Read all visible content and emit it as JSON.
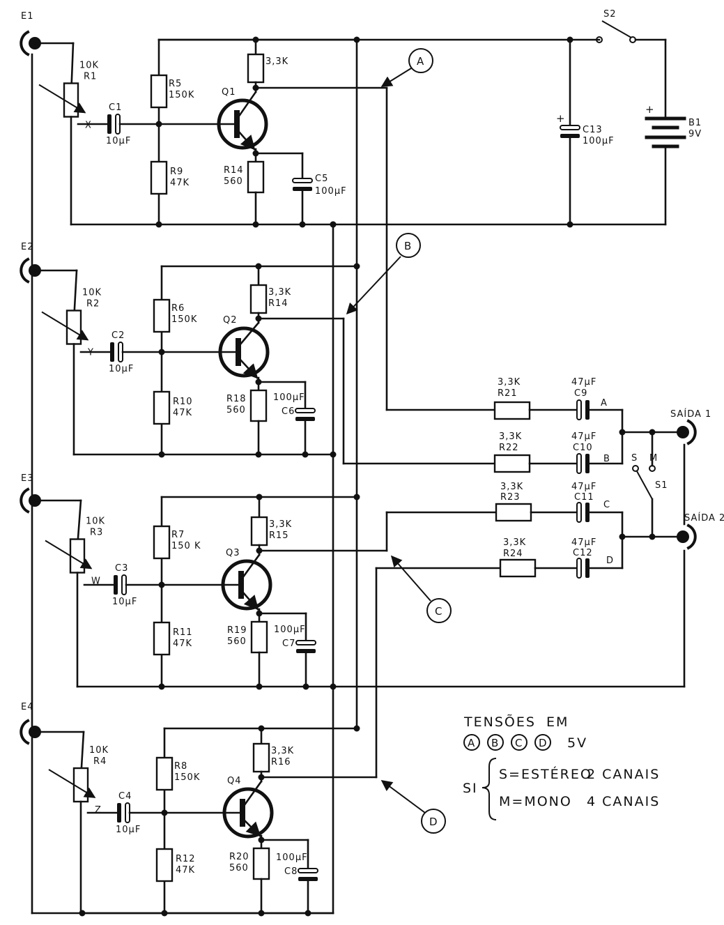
{
  "inputs": [
    "E1",
    "E2",
    "E3",
    "E4"
  ],
  "outputs": [
    "SAÍDA 1",
    "SAÍDA 2"
  ],
  "switch_s2": "S2",
  "battery": {
    "name": "B1",
    "voltage": "9V"
  },
  "c13": {
    "name": "C13",
    "value": "100μF"
  },
  "pots": [
    {
      "value": "10K",
      "name": "R1",
      "wiper": "X"
    },
    {
      "value": "10K",
      "name": "R2",
      "wiper": "Y"
    },
    {
      "value": "10K",
      "name": "R3",
      "wiper": "W"
    },
    {
      "value": "10K",
      "name": "R4",
      "wiper": "Z"
    }
  ],
  "coupling_caps": [
    {
      "name": "C1",
      "value": "10μF"
    },
    {
      "name": "C2",
      "value": "10μF"
    },
    {
      "name": "C3",
      "value": "10μF"
    },
    {
      "name": "C4",
      "value": "10μF"
    }
  ],
  "bias_top": [
    {
      "name": "R5",
      "value": "150K"
    },
    {
      "name": "R6",
      "value": "150K"
    },
    {
      "name": "R7",
      "value": "150 K"
    },
    {
      "name": "R8",
      "value": "150K"
    }
  ],
  "bias_bottom": [
    {
      "name": "R9",
      "value": "47K"
    },
    {
      "name": "R10",
      "value": "47K"
    },
    {
      "name": "R11",
      "value": "47K"
    },
    {
      "name": "R12",
      "value": "47K"
    }
  ],
  "transistors": [
    "Q1",
    "Q2",
    "Q3",
    "Q4"
  ],
  "collector_res": [
    {
      "value": "3,3K",
      "name": ""
    },
    {
      "value": "3,3K",
      "name": "R14"
    },
    {
      "value": "3,3K",
      "name": "R15"
    },
    {
      "value": "3,3K",
      "name": "R16"
    }
  ],
  "emitter_res": [
    {
      "name": "R14",
      "value": "560"
    },
    {
      "name": "R18",
      "value": "560"
    },
    {
      "name": "R19",
      "value": "560"
    },
    {
      "name": "R20",
      "value": "560"
    }
  ],
  "emitter_caps": [
    {
      "name": "C5",
      "value": "100μF"
    },
    {
      "name": "C6",
      "value": "100μF"
    },
    {
      "name": "C7",
      "value": "100μF"
    },
    {
      "name": "C8",
      "value": "100μF"
    }
  ],
  "mix_res": [
    {
      "value": "3,3K",
      "name": "R21"
    },
    {
      "value": "3,3K",
      "name": "R22"
    },
    {
      "value": "3,3K",
      "name": "R23"
    },
    {
      "value": "3,3K",
      "name": "R24"
    }
  ],
  "mix_caps": [
    {
      "value": "47μF",
      "name": "C9",
      "node": "A"
    },
    {
      "value": "47μF",
      "name": "C10",
      "node": "B"
    },
    {
      "value": "47μF",
      "name": "C11",
      "node": "C"
    },
    {
      "value": "47μF",
      "name": "C12",
      "node": "D"
    }
  ],
  "test_points": [
    "A",
    "B",
    "C",
    "D"
  ],
  "switch_s1": {
    "name": "S1",
    "pos_s": "S",
    "pos_m": "M"
  },
  "legend": {
    "title_word1": "TENSÕES",
    "title_word2": "EM",
    "voltage": "5V",
    "switch_label": "SI",
    "line1_key": "S=ESTÉREO",
    "line1_value": "2 CANAIS",
    "line2_key": "M=MONO",
    "line2_value": "4 CANAIS"
  }
}
